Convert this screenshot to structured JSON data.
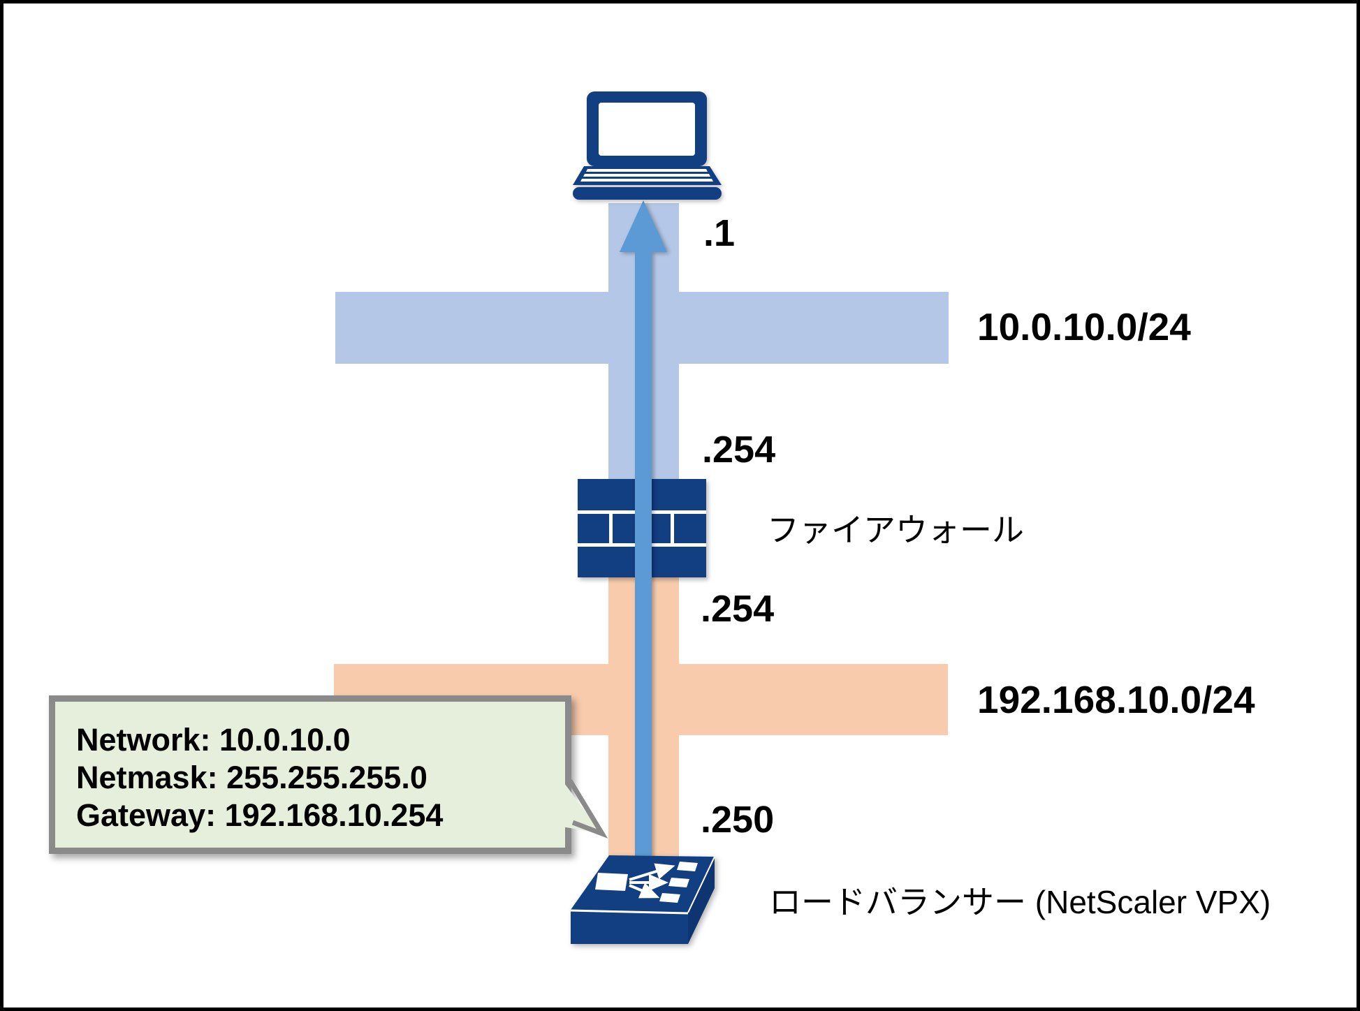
{
  "diagram": {
    "type": "network-topology",
    "nodes": {
      "client": {
        "icon": "laptop-icon",
        "ip_label": ".1"
      },
      "firewall": {
        "icon": "firewall-icon",
        "label": "ファイアウォール",
        "ip_label_upper": ".254",
        "ip_label_lower": ".254"
      },
      "load_balancer": {
        "icon": "load-balancer-icon",
        "label": "ロードバランサー (NetScaler VPX)",
        "ip_label": ".250"
      }
    },
    "networks": {
      "upper": {
        "cidr": "10.0.10.0/24",
        "band_color": "#b4c7e7"
      },
      "lower": {
        "cidr": "192.168.10.0/24",
        "band_color": "#f7cbab"
      }
    },
    "traffic_arrow": {
      "direction": "up",
      "color": "#5b9ad5"
    },
    "callout": {
      "fill": "#e5efdc",
      "border_color": "#8a8a8a",
      "lines": [
        "Network: 10.0.10.0",
        "Netmask: 255.255.255.0",
        "Gateway: 192.168.10.254"
      ]
    },
    "palette": {
      "node_navy": "#123e82",
      "text": "#000000",
      "background": "#ffffff",
      "page_border": "#000000"
    }
  }
}
